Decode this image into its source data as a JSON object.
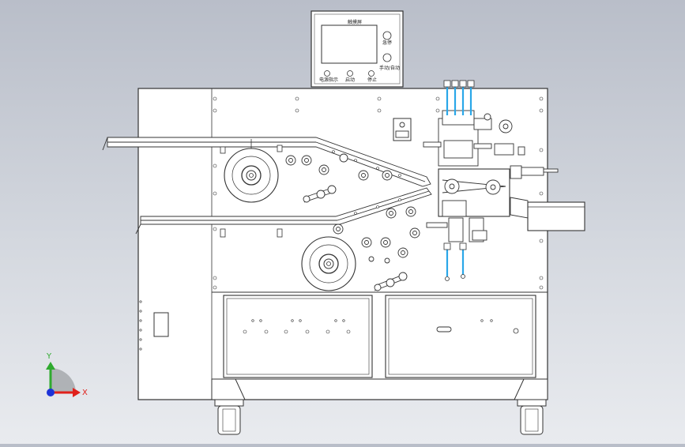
{
  "hmi": {
    "title": "触摸屏",
    "right_label_1": "急停",
    "right_label_2": "手动/自动",
    "bottom_label_1": "电源指示",
    "bottom_label_2": "启动",
    "bottom_label_3": "停止"
  },
  "triad": {
    "x_label": "X",
    "y_label": "Y",
    "colors": {
      "x": "#e0201b",
      "y": "#2faa2f",
      "z": "#1d33d8"
    }
  },
  "colors": {
    "background_top": "#b9bec9",
    "background_bottom": "#e9ebef",
    "panel": "#ffffff",
    "line": "#333333",
    "pneumatic_blue": "#2aa7e8"
  }
}
